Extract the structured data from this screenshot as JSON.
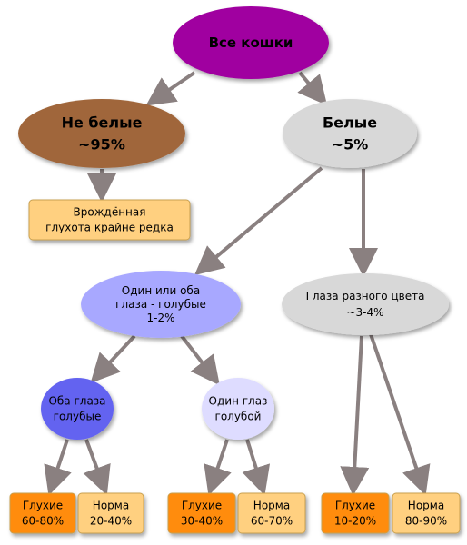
{
  "nodes": {
    "all_cats": {
      "lines": [
        "Все кошки"
      ],
      "fill": "#a000a0"
    },
    "not_white": {
      "lines": [
        "Не белые",
        "~95%"
      ],
      "fill": "#a0663a"
    },
    "white": {
      "lines": [
        "Белые",
        "~5%"
      ],
      "fill": "#d8d8d8"
    },
    "congenital_rare": {
      "lines": [
        "Врождённая",
        "глухота крайне редка"
      ],
      "fill": "#ffd080"
    },
    "blue_eyes": {
      "lines": [
        "Один или оба",
        "глаза - голубые",
        "1-2%"
      ],
      "fill": "#a8a8ff"
    },
    "odd_eyes": {
      "lines": [
        "Глаза разного цвета",
        "~3-4%"
      ],
      "fill": "#d8d8d8"
    },
    "both_blue": {
      "lines": [
        "Оба глаза",
        "голубые"
      ],
      "fill": "#6464f0"
    },
    "one_blue": {
      "lines": [
        "Один глаз",
        "голубой"
      ],
      "fill": "#dedcff"
    },
    "deaf_1": {
      "lines": [
        "Глухие",
        "60-80%"
      ],
      "fill": "#ff8c10"
    },
    "normal_1": {
      "lines": [
        "Норма",
        "20-40%"
      ],
      "fill": "#ffd080"
    },
    "deaf_2": {
      "lines": [
        "Глухие",
        "30-40%"
      ],
      "fill": "#ff8c10"
    },
    "normal_2": {
      "lines": [
        "Норма",
        "60-70%"
      ],
      "fill": "#ffd080"
    },
    "deaf_3": {
      "lines": [
        "Глухие",
        "10-20%"
      ],
      "fill": "#ff8c10"
    },
    "normal_3": {
      "lines": [
        "Норма",
        "80-90%"
      ],
      "fill": "#ffd080"
    }
  },
  "edges": [
    [
      "all_cats",
      "not_white"
    ],
    [
      "all_cats",
      "white"
    ],
    [
      "not_white",
      "congenital_rare"
    ],
    [
      "white",
      "blue_eyes"
    ],
    [
      "white",
      "odd_eyes"
    ],
    [
      "blue_eyes",
      "both_blue"
    ],
    [
      "blue_eyes",
      "one_blue"
    ],
    [
      "both_blue",
      "deaf_1"
    ],
    [
      "both_blue",
      "normal_1"
    ],
    [
      "one_blue",
      "deaf_2"
    ],
    [
      "one_blue",
      "normal_2"
    ],
    [
      "odd_eyes",
      "deaf_3"
    ],
    [
      "odd_eyes",
      "normal_3"
    ]
  ],
  "colors": {
    "edge": "#8a8080",
    "text": "#000000",
    "box_border": "#c8a050"
  }
}
